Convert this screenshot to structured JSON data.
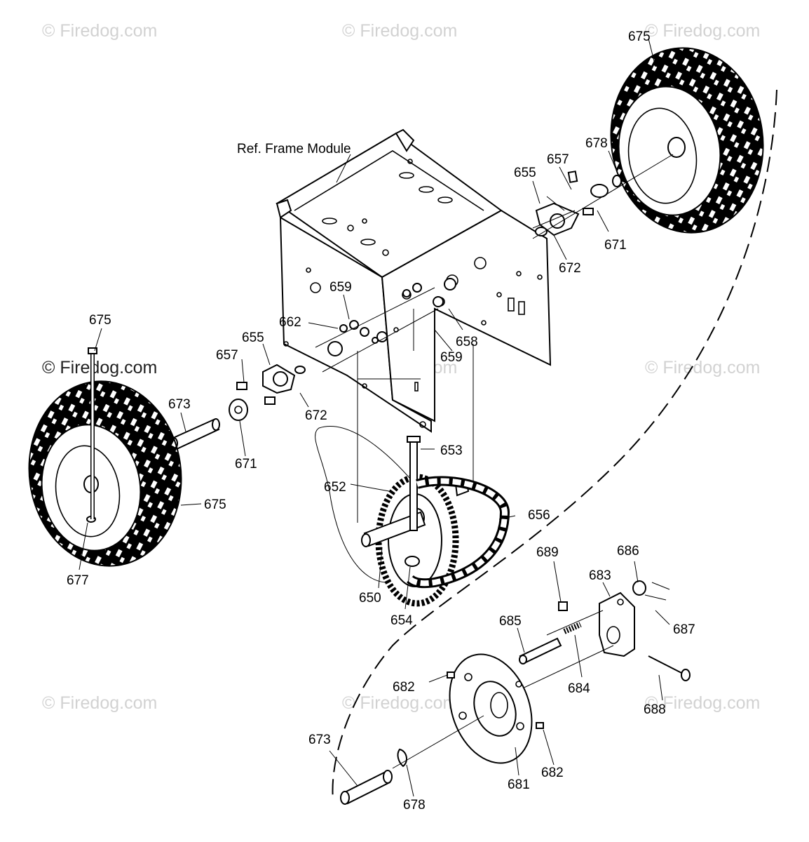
{
  "frame_label": "Ref. Frame Module",
  "watermark": "© Firedog.com",
  "callouts": {
    "c675_top": "675",
    "c678_right": "678",
    "c657_right": "657",
    "c655_right": "655",
    "c671_right": "671",
    "c672_right": "672",
    "c659_top": "659",
    "c662": "662",
    "c658": "658",
    "c659_mid": "659",
    "c655_left": "655",
    "c657_left": "657",
    "c672_left": "672",
    "c675_left_top": "675",
    "c673_left": "673",
    "c671_left": "671",
    "c653": "653",
    "c652": "652",
    "c656": "656",
    "c675_left_side": "675",
    "c677": "677",
    "c650": "650",
    "c654": "654",
    "c689": "689",
    "c686": "686",
    "c683": "683",
    "c687": "687",
    "c685": "685",
    "c684": "684",
    "c682_left": "682",
    "c688": "688",
    "c682_right": "682",
    "c673_bottom": "673",
    "c681": "681",
    "c678_bottom": "678"
  }
}
